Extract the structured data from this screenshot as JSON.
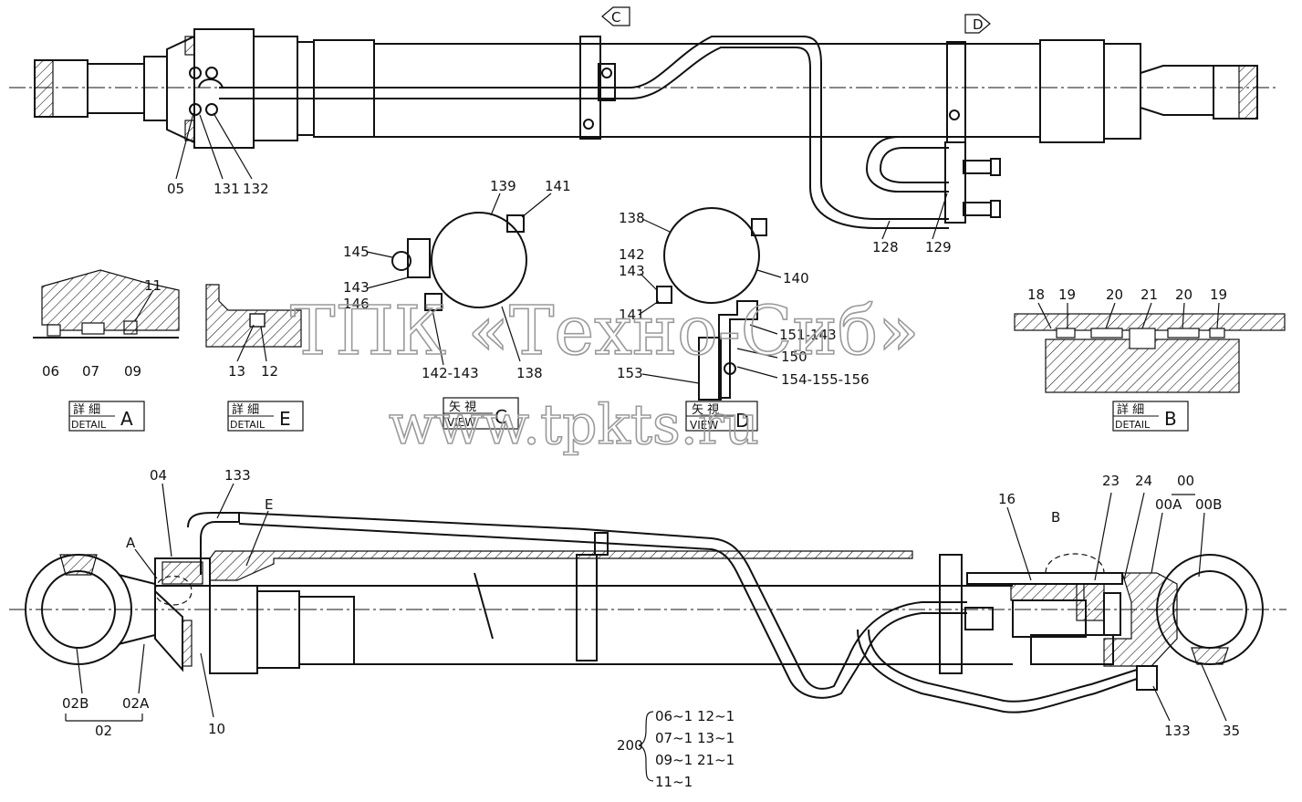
{
  "watermark": {
    "line1": "ТПК «Техно-Сиб»",
    "line2": "www.tpkts.ru"
  },
  "view_arrows": {
    "c": "C",
    "d": "D"
  },
  "top_labels": {
    "l05": "05",
    "l131": "131",
    "l132": "132",
    "l128": "128",
    "l129": "129"
  },
  "view_c": {
    "l139": "139",
    "l141": "141",
    "l145": "145",
    "l143": "143",
    "l146": "146",
    "l142_143": "142-143",
    "l138": "138",
    "caption_jp": "矢 視",
    "caption_en": "VIEW",
    "caption_letter": "C"
  },
  "view_d": {
    "l138": "138",
    "l142": "142",
    "l143": "143",
    "l141": "141",
    "l140": "140",
    "l151_143": "151-143",
    "l150": "150",
    "l153": "153",
    "l154_156": "154-155-156",
    "caption_jp": "矢 視",
    "caption_en": "VIEW",
    "caption_letter": "D"
  },
  "detail_a": {
    "l11": "11",
    "l06": "06",
    "l07": "07",
    "l09": "09",
    "caption_jp": "詳 細",
    "caption_en": "DETAIL",
    "caption_letter": "A"
  },
  "detail_e": {
    "l13": "13",
    "l12": "12",
    "caption_jp": "詳 細",
    "caption_en": "DETAIL",
    "caption_letter": "E"
  },
  "detail_b": {
    "l18": "18",
    "l19a": "19",
    "l20a": "20",
    "l21": "21",
    "l20b": "20",
    "l19b": "19",
    "caption_jp": "詳 細",
    "caption_en": "DETAIL",
    "caption_letter": "B"
  },
  "bottom_labels": {
    "l04": "04",
    "l133a": "133",
    "lE": "E",
    "lA": "A",
    "l02B": "02B",
    "l02A": "02A",
    "l02": "02",
    "l10": "10",
    "l16": "16",
    "lB": "B",
    "l23": "23",
    "l24": "24",
    "l00": "00",
    "l00A": "00A",
    "l00B": "00B",
    "l133b": "133",
    "l35": "35"
  },
  "kit": {
    "number": "200",
    "rows": [
      [
        "06~1",
        "12~1"
      ],
      [
        "07~1",
        "13~1"
      ],
      [
        "09~1",
        "21~1"
      ],
      [
        "11~1",
        ""
      ]
    ]
  }
}
